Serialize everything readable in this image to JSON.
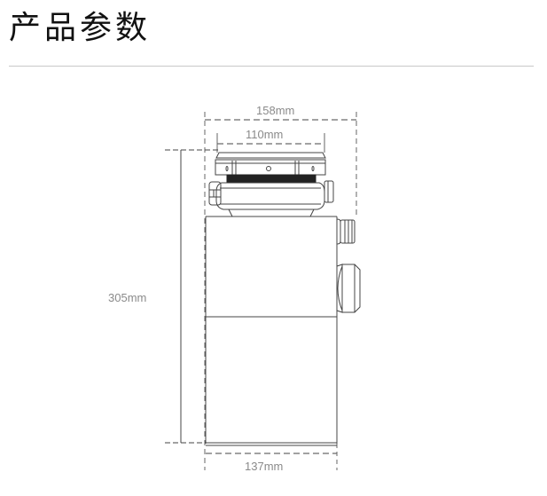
{
  "header": {
    "title": "产品参数"
  },
  "diagram": {
    "type": "technical-dimension-drawing",
    "subject": "food waste disposer side view",
    "dimensions": {
      "top_width": "158mm",
      "inlet_width": "110mm",
      "height": "305mm",
      "body_width": "137mm"
    },
    "colors": {
      "line": "#333333",
      "dim_text": "#8a8a8a",
      "rule": "#c8c8c8"
    }
  }
}
